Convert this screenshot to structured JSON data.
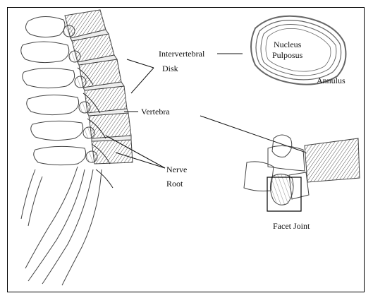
{
  "diagram": {
    "labels": {
      "intervertebral": "Intervertebral",
      "disk": "Disk",
      "vertebra": "Vertebra",
      "nerve": "Nerve",
      "root": "Root",
      "nucleus": "Nucleus",
      "pulposus": "Pulposus",
      "annulus": "Annulus",
      "facet_joint": "Facet Joint"
    }
  }
}
